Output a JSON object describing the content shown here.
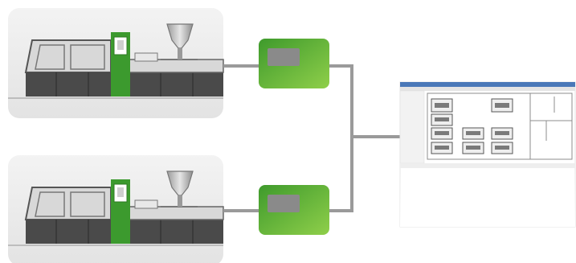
{
  "diagram": {
    "machines": [
      {
        "id": "machine-1",
        "hopper_icon": "hopper-icon",
        "controller_icon": "green-controller-icon"
      },
      {
        "id": "machine-2",
        "hopper_icon": "hopper-icon",
        "controller_icon": "green-controller-icon"
      }
    ],
    "interface_boxes": [
      {
        "id": "interface-box-1",
        "icon": "green-interface-box-icon"
      },
      {
        "id": "interface-box-2",
        "icon": "green-interface-box-icon"
      }
    ],
    "monitor": {
      "icon": "software-screen-icon",
      "description_hidden": true
    },
    "colors": {
      "machine_card_bg": "#ececec",
      "machine_body": "#4a4a4a",
      "machine_light": "#d9d9d9",
      "accent_green": "#3c9a2e",
      "accent_green_light": "#7cc542",
      "connector_gray": "#9a9a9a",
      "screen_panel": "#8a8a8a"
    }
  }
}
